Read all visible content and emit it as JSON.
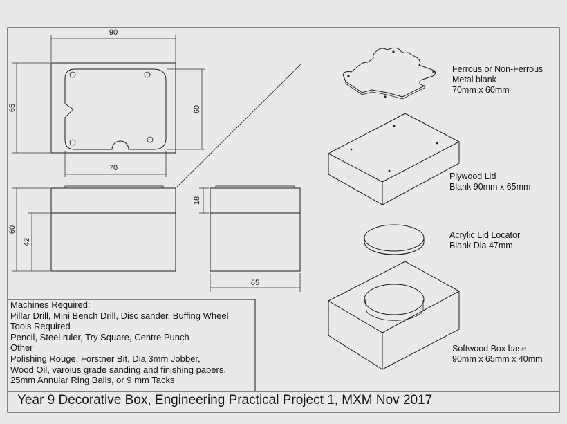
{
  "dimensions": {
    "top_width": "90",
    "top_height": "65",
    "inner_height": "60",
    "inner_width": "70",
    "front_height": "60",
    "base_height": "42",
    "lid_height": "18",
    "side_width": "65"
  },
  "parts": [
    {
      "name": "Ferrous or Non-Ferrous",
      "line2": "Metal blank",
      "size": "70mm x 60mm"
    },
    {
      "name": "Plywood Lid",
      "size": "Blank 90mm x 65mm"
    },
    {
      "name": "Acrylic Lid Locator",
      "size": "Blank Dia 47mm"
    },
    {
      "name": "Softwood Box base",
      "size": "90mm x 65mm x 40mm"
    }
  ],
  "requirements": [
    "Machines Required:",
    "Pillar Drill, Mini Bench Drill,  Disc sander, Buffing Wheel",
    "Tools Required",
    "Pencil, Steel ruler, Try Square, Centre Punch",
    "Other",
    "Polishing Rouge, Forstner Bit, Dia 3mm Jobber,",
    "Wood Oil, varoius grade sanding and finishing papers.",
    "25mm Annular Ring Bails, or 9 mm Tacks"
  ],
  "title": "Year 9 Decorative Box, Engineering Practical Project 1, MXM Nov 2017"
}
